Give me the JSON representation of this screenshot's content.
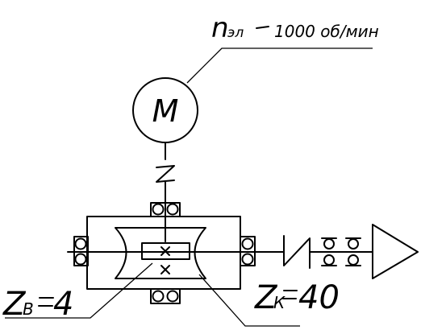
{
  "motor": {
    "symbol": "M",
    "speed_symbol": "n",
    "speed_subscript": "эл",
    "speed_value": "1000 об/мин"
  },
  "worm": {
    "symbol": "Z",
    "subscript": "В",
    "value": "4"
  },
  "wheel": {
    "symbol": "Z",
    "subscript": "К",
    "value": "40"
  }
}
